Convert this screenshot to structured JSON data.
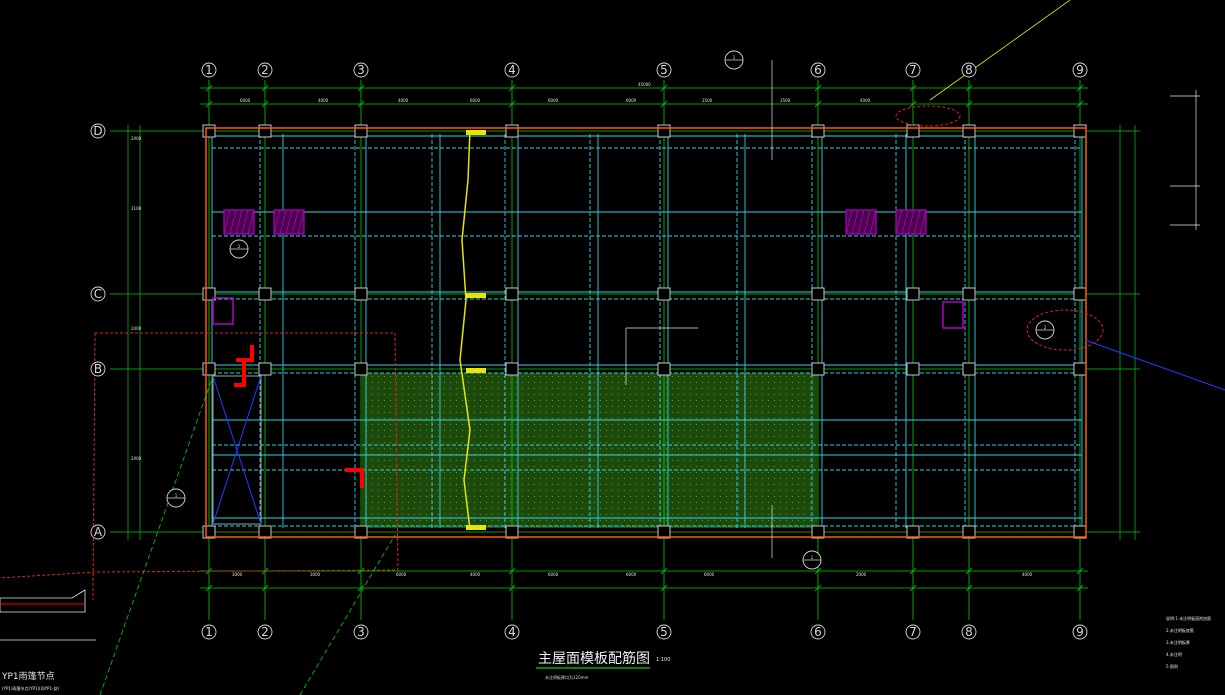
{
  "drawing": {
    "title": "主屋面模板配筋图",
    "scale": "1:100",
    "subtitle": "未注明板厚均为120mm",
    "axes_columns": [
      "1",
      "2",
      "3",
      "4",
      "5",
      "6",
      "7",
      "8",
      "9"
    ],
    "axes_rows": [
      "D",
      "C",
      "B",
      "A"
    ],
    "detail_markers": [
      "1",
      "1",
      "2",
      "1",
      "2"
    ],
    "canopy_label": "YP1雨篷节点",
    "canopy_sub": "(YP1)雨篷节点(YP1)(同YP1-剖)",
    "dims_top_total": "45000",
    "dims_top": [
      "6000",
      "4000",
      "4000",
      "6000",
      "6000",
      "6000",
      "2500",
      "3500",
      "4000"
    ],
    "dims_bottom": [
      "3000",
      "3000",
      "6000",
      "4000",
      "6000",
      "6000",
      "6000",
      "2000",
      "4000"
    ],
    "dims_left": [
      "2000",
      "2100",
      "2400",
      "2000"
    ],
    "note_lines": [
      "说明:1.未注明板面附加筋",
      "2.未注明板底筋",
      "3.未注明板厚",
      "4.未注明",
      "5.图例"
    ],
    "colors": {
      "grid": "#00d000",
      "beam": "#32d2e6",
      "wall": "#ff5a00",
      "column": "#c8c8c8",
      "hatch": "#b400c8",
      "red": "#ff0000",
      "yellow": "#e6e600",
      "blue": "#1e3cff",
      "slab": "#3c8c14"
    }
  }
}
